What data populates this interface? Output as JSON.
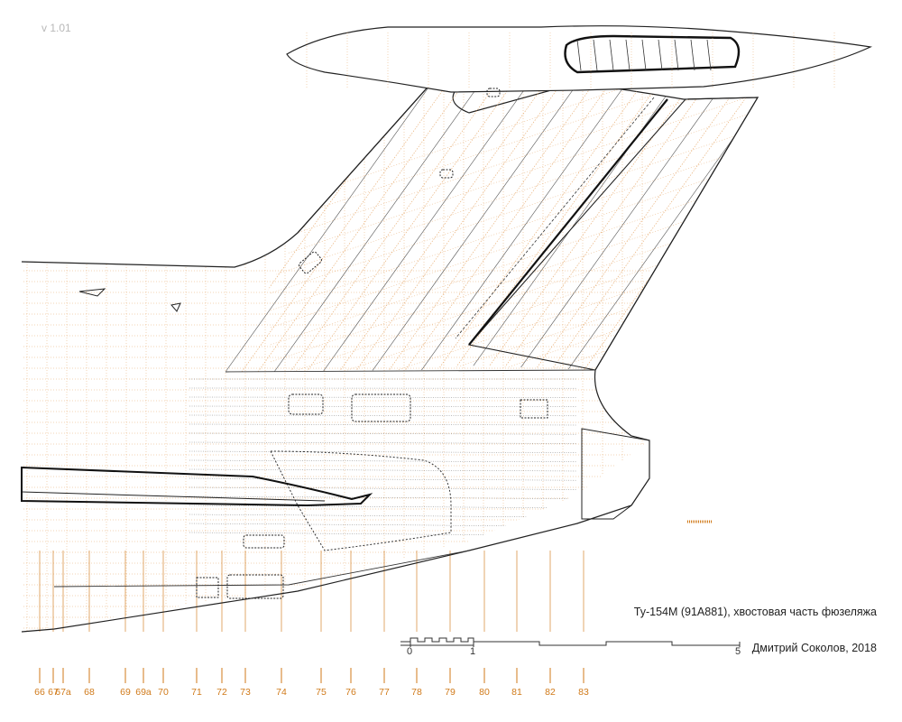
{
  "version": "v 1.01",
  "caption": "Ту-154М (91А881), хвостовая часть фюзеляжа",
  "author": "Дмитрий Соколов, 2018",
  "scale": {
    "labels": [
      "0",
      "1",
      "5"
    ]
  },
  "frames": [
    "66",
    "67",
    "67a",
    "68",
    "69",
    "69a",
    "70",
    "71",
    "72",
    "73",
    "74",
    "75",
    "76",
    "77",
    "78",
    "79",
    "80",
    "81",
    "82",
    "83"
  ],
  "colors": {
    "line": "#222222",
    "accent": "#d07a1a",
    "faint": "#e6a86a",
    "muted": "#b8b8b8"
  }
}
